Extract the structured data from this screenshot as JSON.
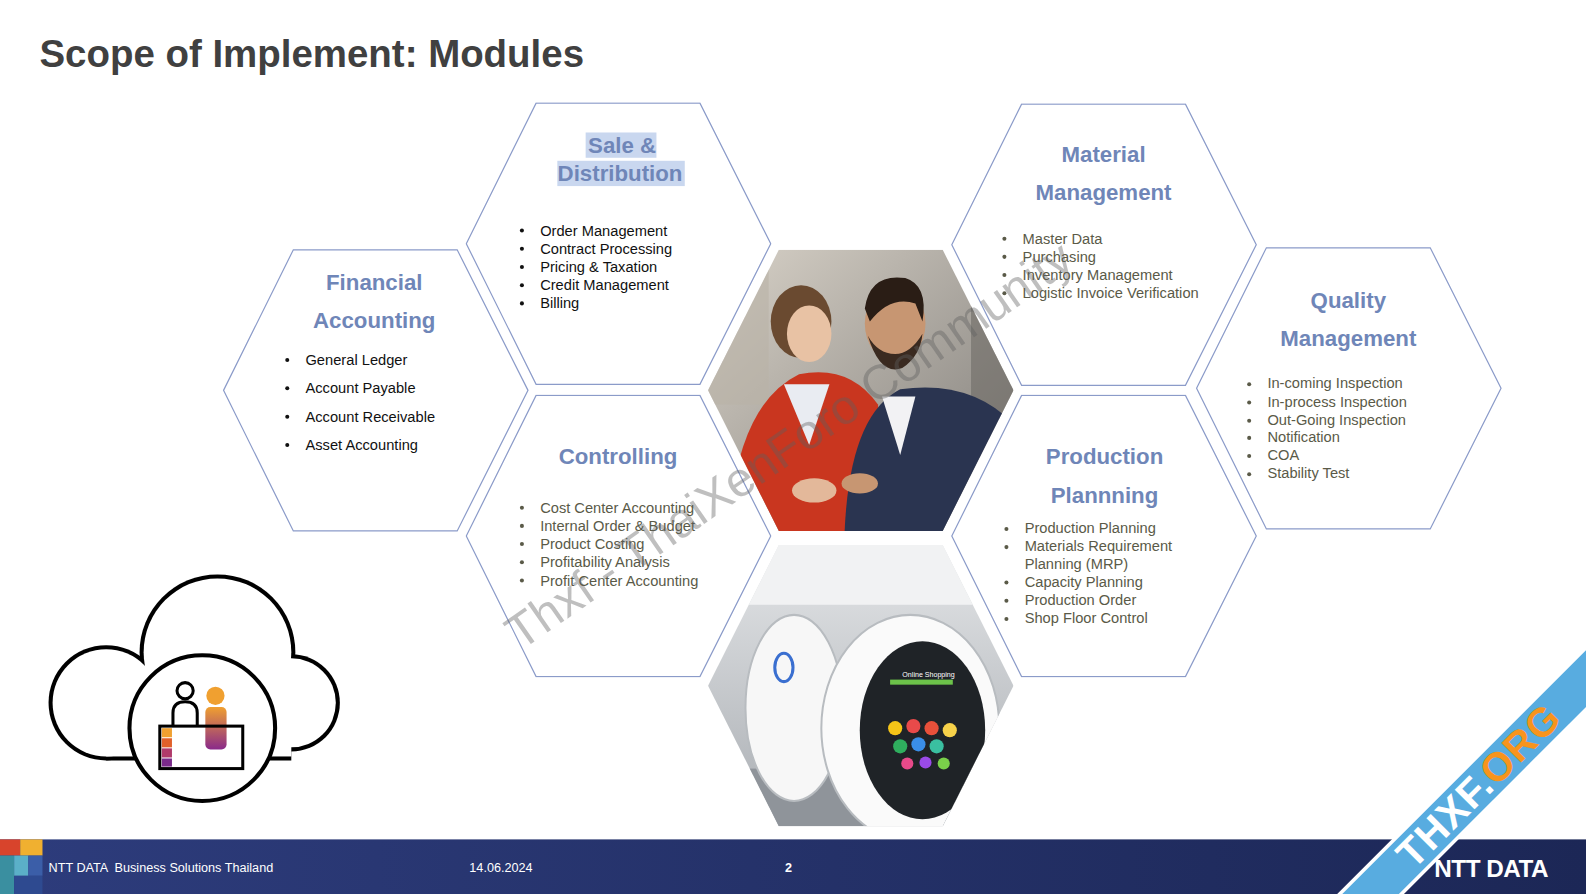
{
  "diagram": {
    "title": "Scope of Implement: Modules",
    "nodes": [
      {
        "text": [
          "Financial Accounting",
          "General Ledger",
          "Account Payable",
          "Account Receivable",
          "Asset Accounting"
        ]
      },
      {
        "text": [
          "Sale & Distribution",
          "Order Management",
          "Contract Processing",
          "Pricing & Taxation",
          "Credit Management",
          "Billing"
        ]
      },
      {
        "text": [
          "Controlling",
          "Cost Center Accounting",
          "Internal Order & Budget",
          "Product Costing",
          "Profitability Analysis",
          "Profit Center Accounting"
        ]
      },
      {
        "text": [
          "Material Management",
          "Master Data",
          "Purchasing",
          "Inventory Management",
          "Logistic Invoice Verification"
        ]
      },
      {
        "text": [
          "Production Plannning",
          "Production Planning",
          "Materials Requirement Planning (MRP)",
          "Capacity Planning",
          "Production Order",
          "Shop Floor Control"
        ]
      },
      {
        "text": [
          "Quality Management",
          "In-coming Inspection",
          "In-process Inspection",
          "Out-Going Inspection",
          "Notification",
          "COA",
          "Stability Test"
        ]
      }
    ],
    "labels": [
      "Thxf - ThaiXenForo Community",
      "NTT DATA  Business Solutions Thailand",
      "14.06.2024",
      "2",
      "NTT DATA",
      "THXF.",
      "ORG",
      "Online Shopping"
    ]
  }
}
